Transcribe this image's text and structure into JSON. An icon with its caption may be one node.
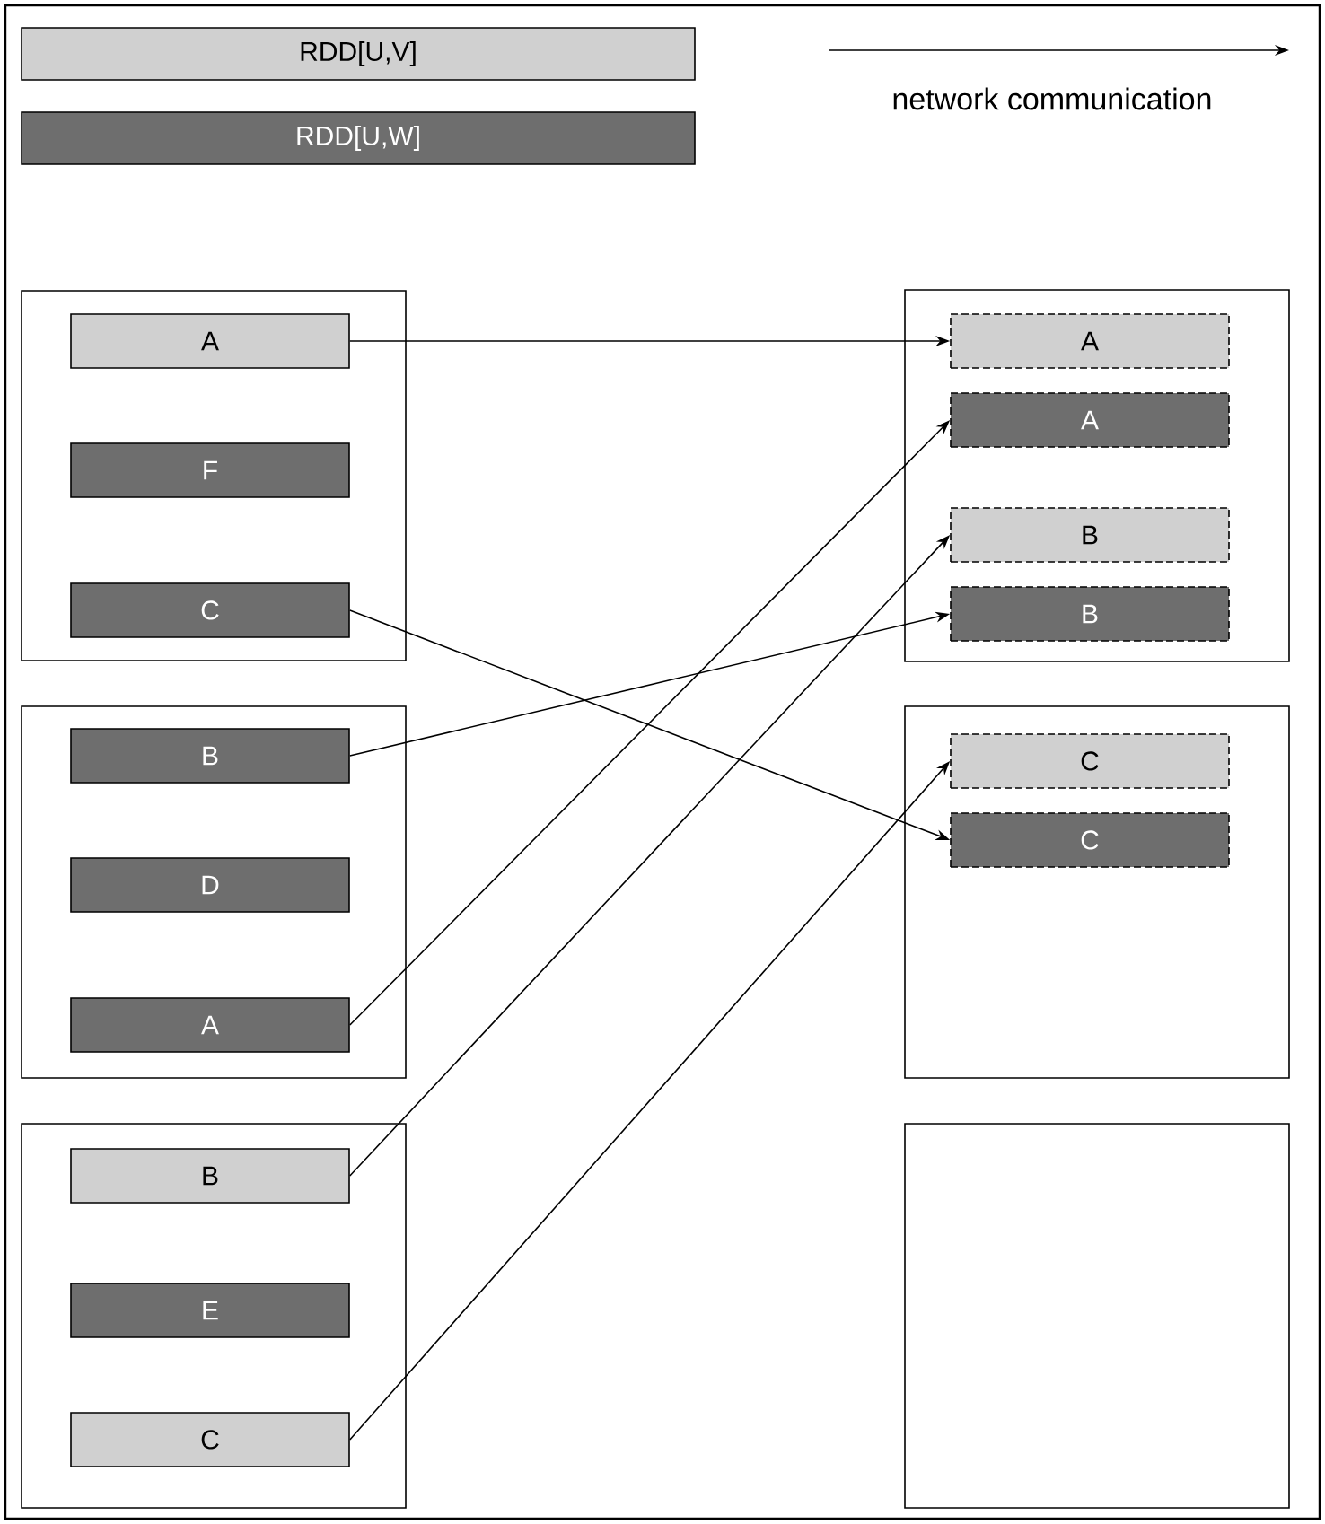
{
  "diagram": {
    "nodes": [
      {
        "text": [],
        "shape": "box"
      },
      {
        "text": [
          "A"
        ],
        "in": 0
      },
      {
        "text": [
          "F"
        ],
        "in": 0
      },
      {
        "text": [
          "C"
        ],
        "in": 0
      },
      {
        "text": [],
        "shape": "box"
      },
      {
        "text": [
          "B"
        ],
        "in": 4
      },
      {
        "text": [
          "D"
        ],
        "in": 4
      },
      {
        "text": [
          "A"
        ],
        "in": 4
      },
      {
        "text": [],
        "shape": "box"
      },
      {
        "text": [
          "B"
        ],
        "in": 8
      },
      {
        "text": [
          "E"
        ],
        "in": 8
      },
      {
        "text": [
          "C"
        ],
        "in": 8
      },
      {
        "text": [],
        "shape": "box"
      },
      {
        "text": [
          "A"
        ],
        "in": 12
      },
      {
        "text": [
          "A"
        ],
        "in": 12
      },
      {
        "text": [
          "B"
        ],
        "in": 12
      },
      {
        "text": [
          "B"
        ],
        "in": 12
      },
      {
        "text": [],
        "shape": "box"
      },
      {
        "text": [
          "C"
        ],
        "in": 17
      },
      {
        "text": [
          "C"
        ],
        "in": 17
      },
      {
        "text": [],
        "shape": "box"
      }
    ],
    "edges": [
      {
        "from": 1,
        "to": 13,
        "arrow": "to"
      },
      {
        "from": 3,
        "to": 19,
        "arrow": "to"
      },
      {
        "from": 5,
        "to": 16,
        "arrow": "to"
      },
      {
        "from": 7,
        "to": 14,
        "arrow": "to"
      },
      {
        "from": 9,
        "to": 15,
        "arrow": "to"
      },
      {
        "from": 11,
        "to": 18,
        "arrow": "to"
      }
    ],
    "legend": [
      {
        "text": "RDD[U,V]",
        "color": "#d0d0d0"
      },
      {
        "text": "RDD[U,W]",
        "color": "#6e6e6e"
      },
      {
        "text": "network communication"
      }
    ]
  }
}
